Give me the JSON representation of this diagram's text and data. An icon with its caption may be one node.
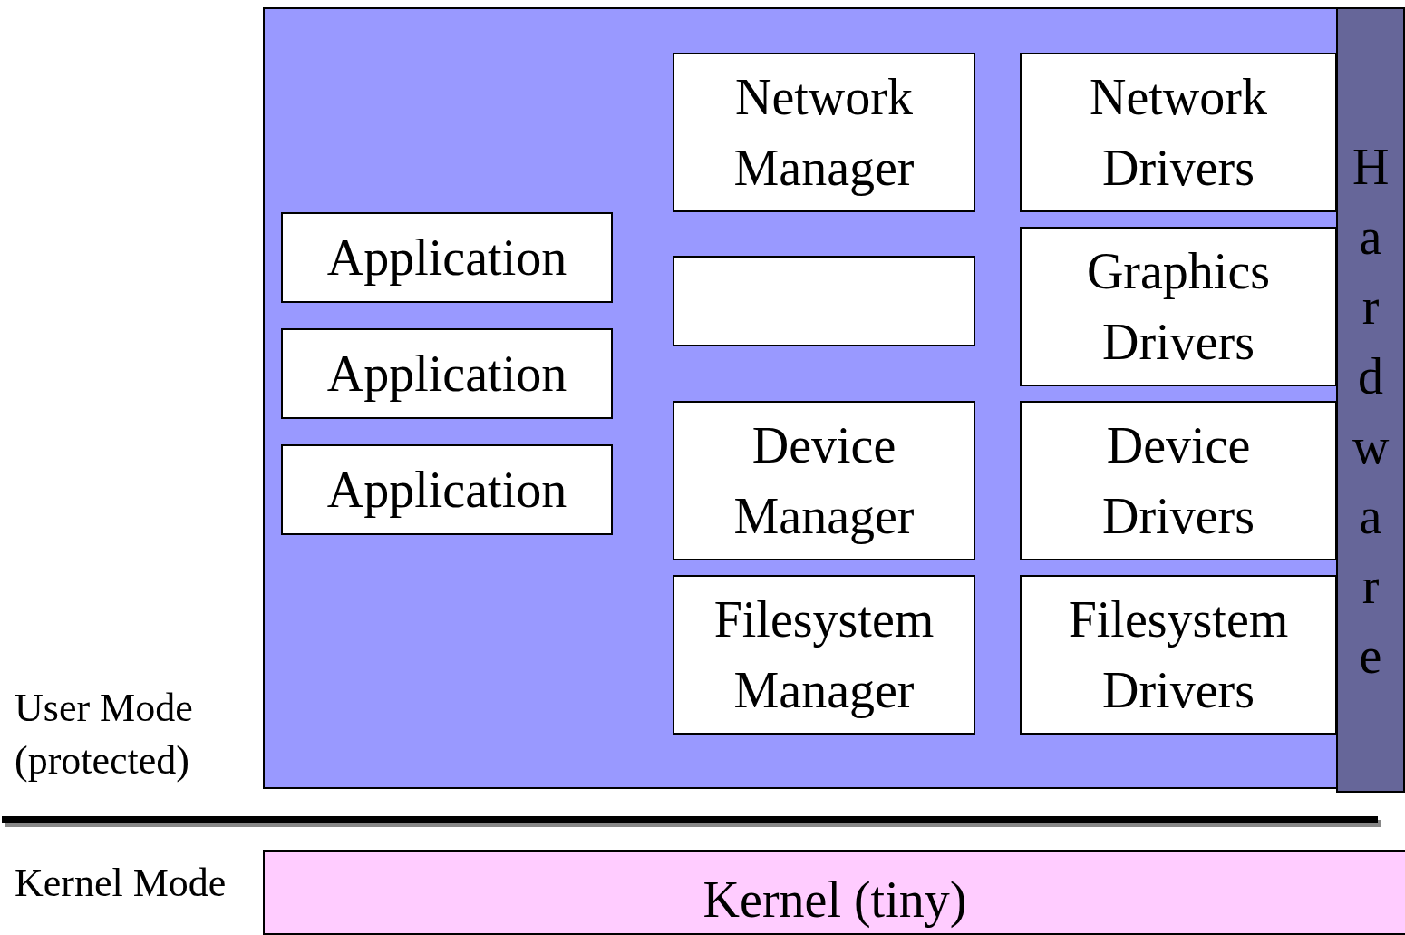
{
  "diagram": {
    "nodes": [
      {
        "text": [],
        "shape": "box",
        "beside": [
          "User Mode (protected)"
        ]
      },
      {
        "text": [
          "Application"
        ],
        "in": 0
      },
      {
        "text": [
          "Application"
        ],
        "in": 0
      },
      {
        "text": [
          "Application"
        ],
        "in": 0
      },
      {
        "text": [
          "Network Manager"
        ],
        "in": 0
      },
      {
        "text": [],
        "shape": "box",
        "in": 0
      },
      {
        "text": [
          "Device Manager"
        ],
        "in": 0
      },
      {
        "text": [
          "Filesystem Manager"
        ],
        "in": 0
      },
      {
        "text": [
          "Network Drivers"
        ],
        "in": 0
      },
      {
        "text": [
          "Graphics Drivers"
        ],
        "in": 0
      },
      {
        "text": [
          "Device Drivers"
        ],
        "in": 0
      },
      {
        "text": [
          "Filesystem Drivers"
        ],
        "in": 0
      },
      {
        "text": [
          "Hardware"
        ]
      },
      {
        "text": [
          "Kernel (tiny)"
        ],
        "beside": [
          "Kernel Mode"
        ]
      }
    ],
    "edges": []
  }
}
